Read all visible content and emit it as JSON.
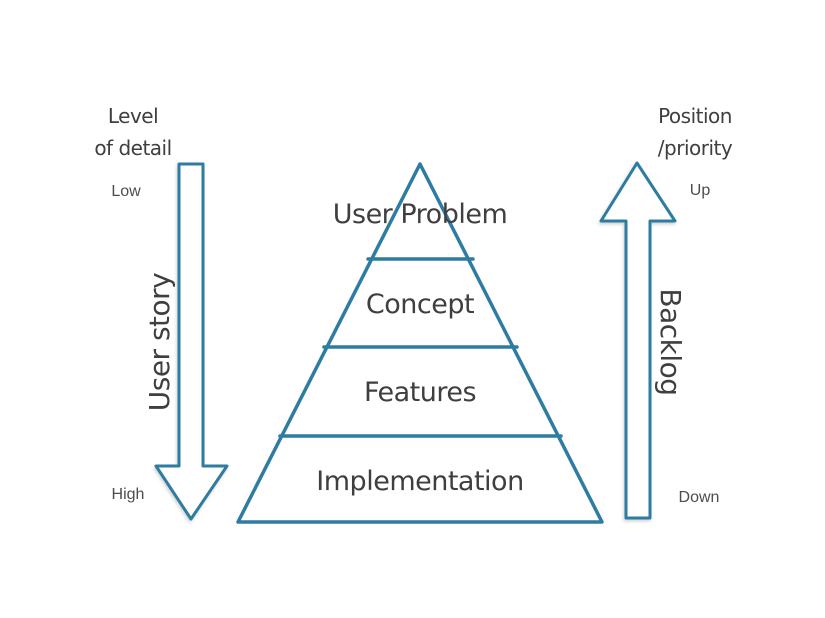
{
  "diagram": {
    "background_color": "#ffffff",
    "accent_color": "#2e7ca1",
    "text_color": "#3f3f3f",
    "secondary_text_color": "#4d4d4d"
  },
  "left_axis": {
    "title_line1": "Level",
    "title_line2": "of detail",
    "top_label": "Low",
    "bottom_label": "High",
    "arrow_label": "User story",
    "arrow_direction": "down"
  },
  "right_axis": {
    "title_line1": "Position",
    "title_line2": "/priority",
    "top_label": "Up",
    "bottom_label": "Down",
    "arrow_label": "Backlog",
    "arrow_direction": "up"
  },
  "pyramid": {
    "levels": [
      {
        "label": "User Problem"
      },
      {
        "label": "Concept"
      },
      {
        "label": "Features"
      },
      {
        "label": "Implementation"
      }
    ]
  }
}
